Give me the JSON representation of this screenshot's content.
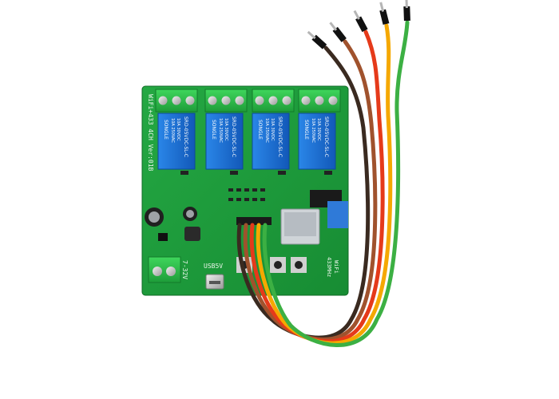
{
  "board": {
    "title_silk": "WiFi+433 4CH  Ver:01B",
    "usb_label": "USB5V",
    "power_label": "7-32V",
    "rf_label": "433MHz",
    "wifi_label": "WiFi"
  },
  "relays": [
    {
      "brand": "SONGLE",
      "model": "SRD-05VDC-SL-C",
      "rating_1": "10A 250VAC",
      "rating_2": "10A 30VDC"
    },
    {
      "brand": "SONGLE",
      "model": "SRD-05VDC-SL-C",
      "rating_1": "10A 250VAC",
      "rating_2": "10A 30VDC"
    },
    {
      "brand": "SONGLE",
      "model": "SRD-05VDC-SL-C",
      "rating_1": "10A 250VAC",
      "rating_2": "10A 30VDC"
    },
    {
      "brand": "SONGLE",
      "model": "SRD-05VDC-SL-C",
      "rating_1": "10A 250VAC",
      "rating_2": "10A 30VDC"
    }
  ],
  "wires": [
    {
      "color": "#3a2a20"
    },
    {
      "color": "#a0522d"
    },
    {
      "color": "#e53a1a"
    },
    {
      "color": "#f5a800"
    },
    {
      "color": "#3cb043"
    }
  ],
  "colors": {
    "pcb": "#1f9a3a",
    "relay": "#1b6fd0",
    "terminal": "#2cc04a"
  }
}
